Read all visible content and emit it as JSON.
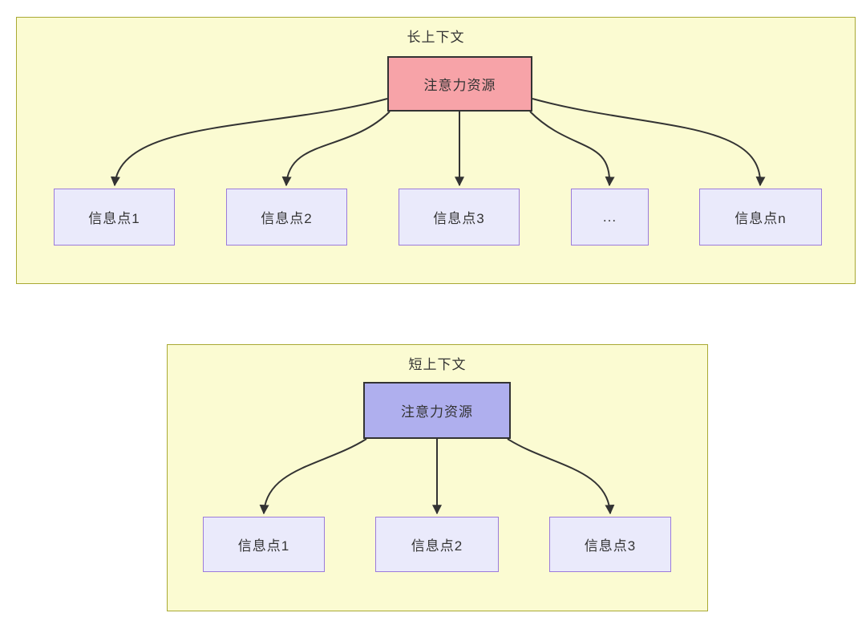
{
  "colors": {
    "page_background": "#ffffff",
    "panel_fill": "#fbfbd2",
    "panel_border": "#a9a933",
    "info_box_fill": "#eaeafb",
    "info_box_border": "#9b7bdb",
    "attention_long_fill": "#f7a3a8",
    "attention_short_fill": "#afafee",
    "attention_border": "#333333",
    "arrow_color": "#333333",
    "text_color": "#333333"
  },
  "sections": [
    {
      "title": "长上下文",
      "source_label": "注意力资源",
      "targets": [
        {
          "label": "信息点1"
        },
        {
          "label": "信息点2"
        },
        {
          "label": "信息点3"
        },
        {
          "label": "..."
        },
        {
          "label": "信息点n"
        }
      ]
    },
    {
      "title": "短上下文",
      "source_label": "注意力资源",
      "targets": [
        {
          "label": "信息点1"
        },
        {
          "label": "信息点2"
        },
        {
          "label": "信息点3"
        }
      ]
    }
  ]
}
